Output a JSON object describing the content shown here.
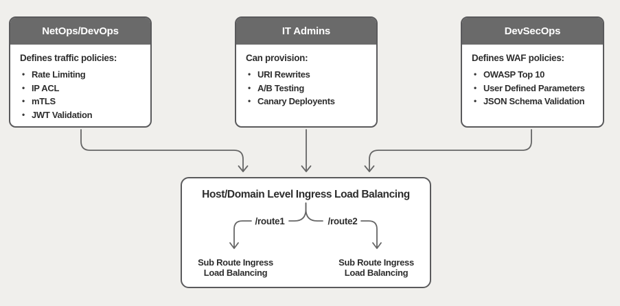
{
  "diagram": {
    "cards": [
      {
        "title": "NetOps/DevOps",
        "heading": "Defines traffic policies:",
        "items": [
          "Rate Limiting",
          "IP ACL",
          "mTLS",
          "JWT Validation"
        ]
      },
      {
        "title": "IT Admins",
        "heading": "Can provision:",
        "items": [
          "URI Rewrites",
          "A/B Testing",
          "Canary Deployents"
        ]
      },
      {
        "title": "DevSecOps",
        "heading": "Defines WAF policies:",
        "items": [
          "OWASP Top 10",
          "User Defined Parameters",
          "JSON Schema Validation"
        ]
      }
    ],
    "central": {
      "title": "Host/Domain Level Ingress Load Balancing",
      "routes": [
        {
          "label": "/route1",
          "target_line1": "Sub Route Ingress",
          "target_line2": "Load Balancing"
        },
        {
          "label": "/route2",
          "target_line1": "Sub Route Ingress",
          "target_line2": "Load Balancing"
        }
      ]
    },
    "colors": {
      "background": "#f0efec",
      "card_header_bg": "#6a6a6a",
      "card_header_text": "#ffffff",
      "card_border": "#59595b",
      "text": "#2d2d2d",
      "connector": "#656565"
    }
  }
}
